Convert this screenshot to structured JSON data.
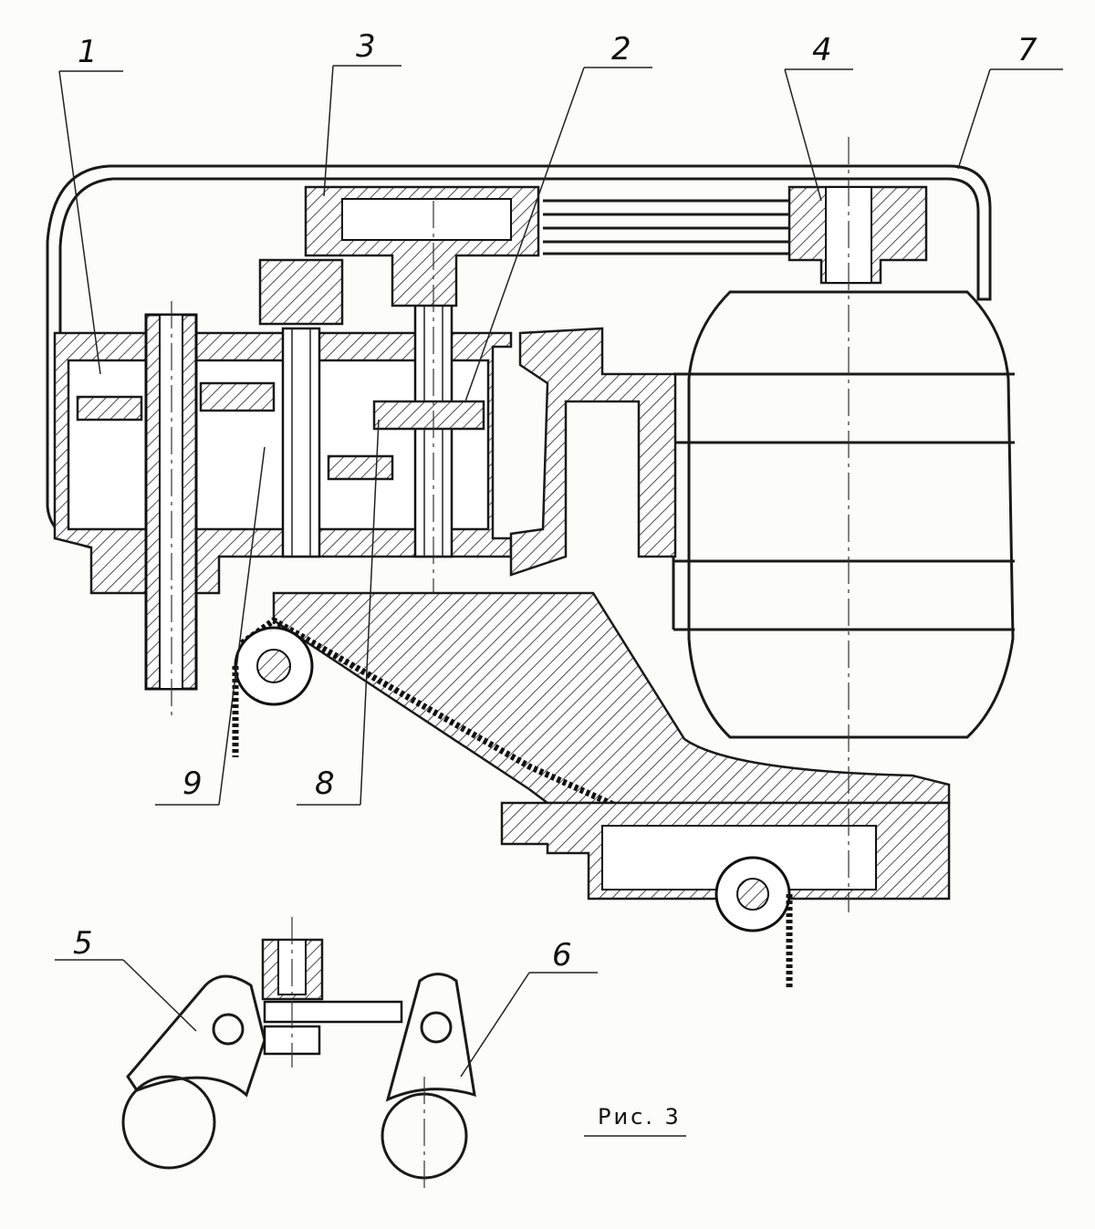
{
  "figure": {
    "caption": "Рис. 3",
    "callouts": [
      {
        "id": "1",
        "text": "1"
      },
      {
        "id": "3",
        "text": "3"
      },
      {
        "id": "2",
        "text": "2"
      },
      {
        "id": "4",
        "text": "4"
      },
      {
        "id": "7",
        "text": "7"
      },
      {
        "id": "9",
        "text": "9"
      },
      {
        "id": "8",
        "text": "8"
      },
      {
        "id": "5",
        "text": "5"
      },
      {
        "id": "6",
        "text": "6"
      }
    ]
  }
}
